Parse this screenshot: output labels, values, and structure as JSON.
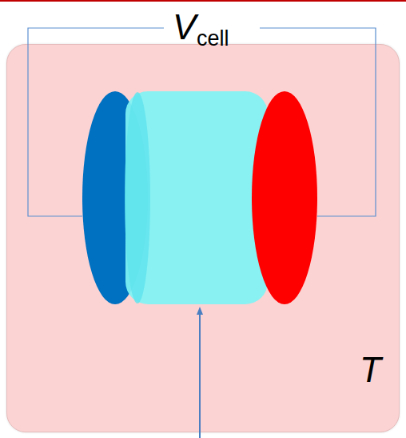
{
  "diagram": {
    "nodes": [
      {
        "text": [
          "T"
        ]
      }
    ],
    "labels": [
      "V",
      "cell"
    ]
  }
}
